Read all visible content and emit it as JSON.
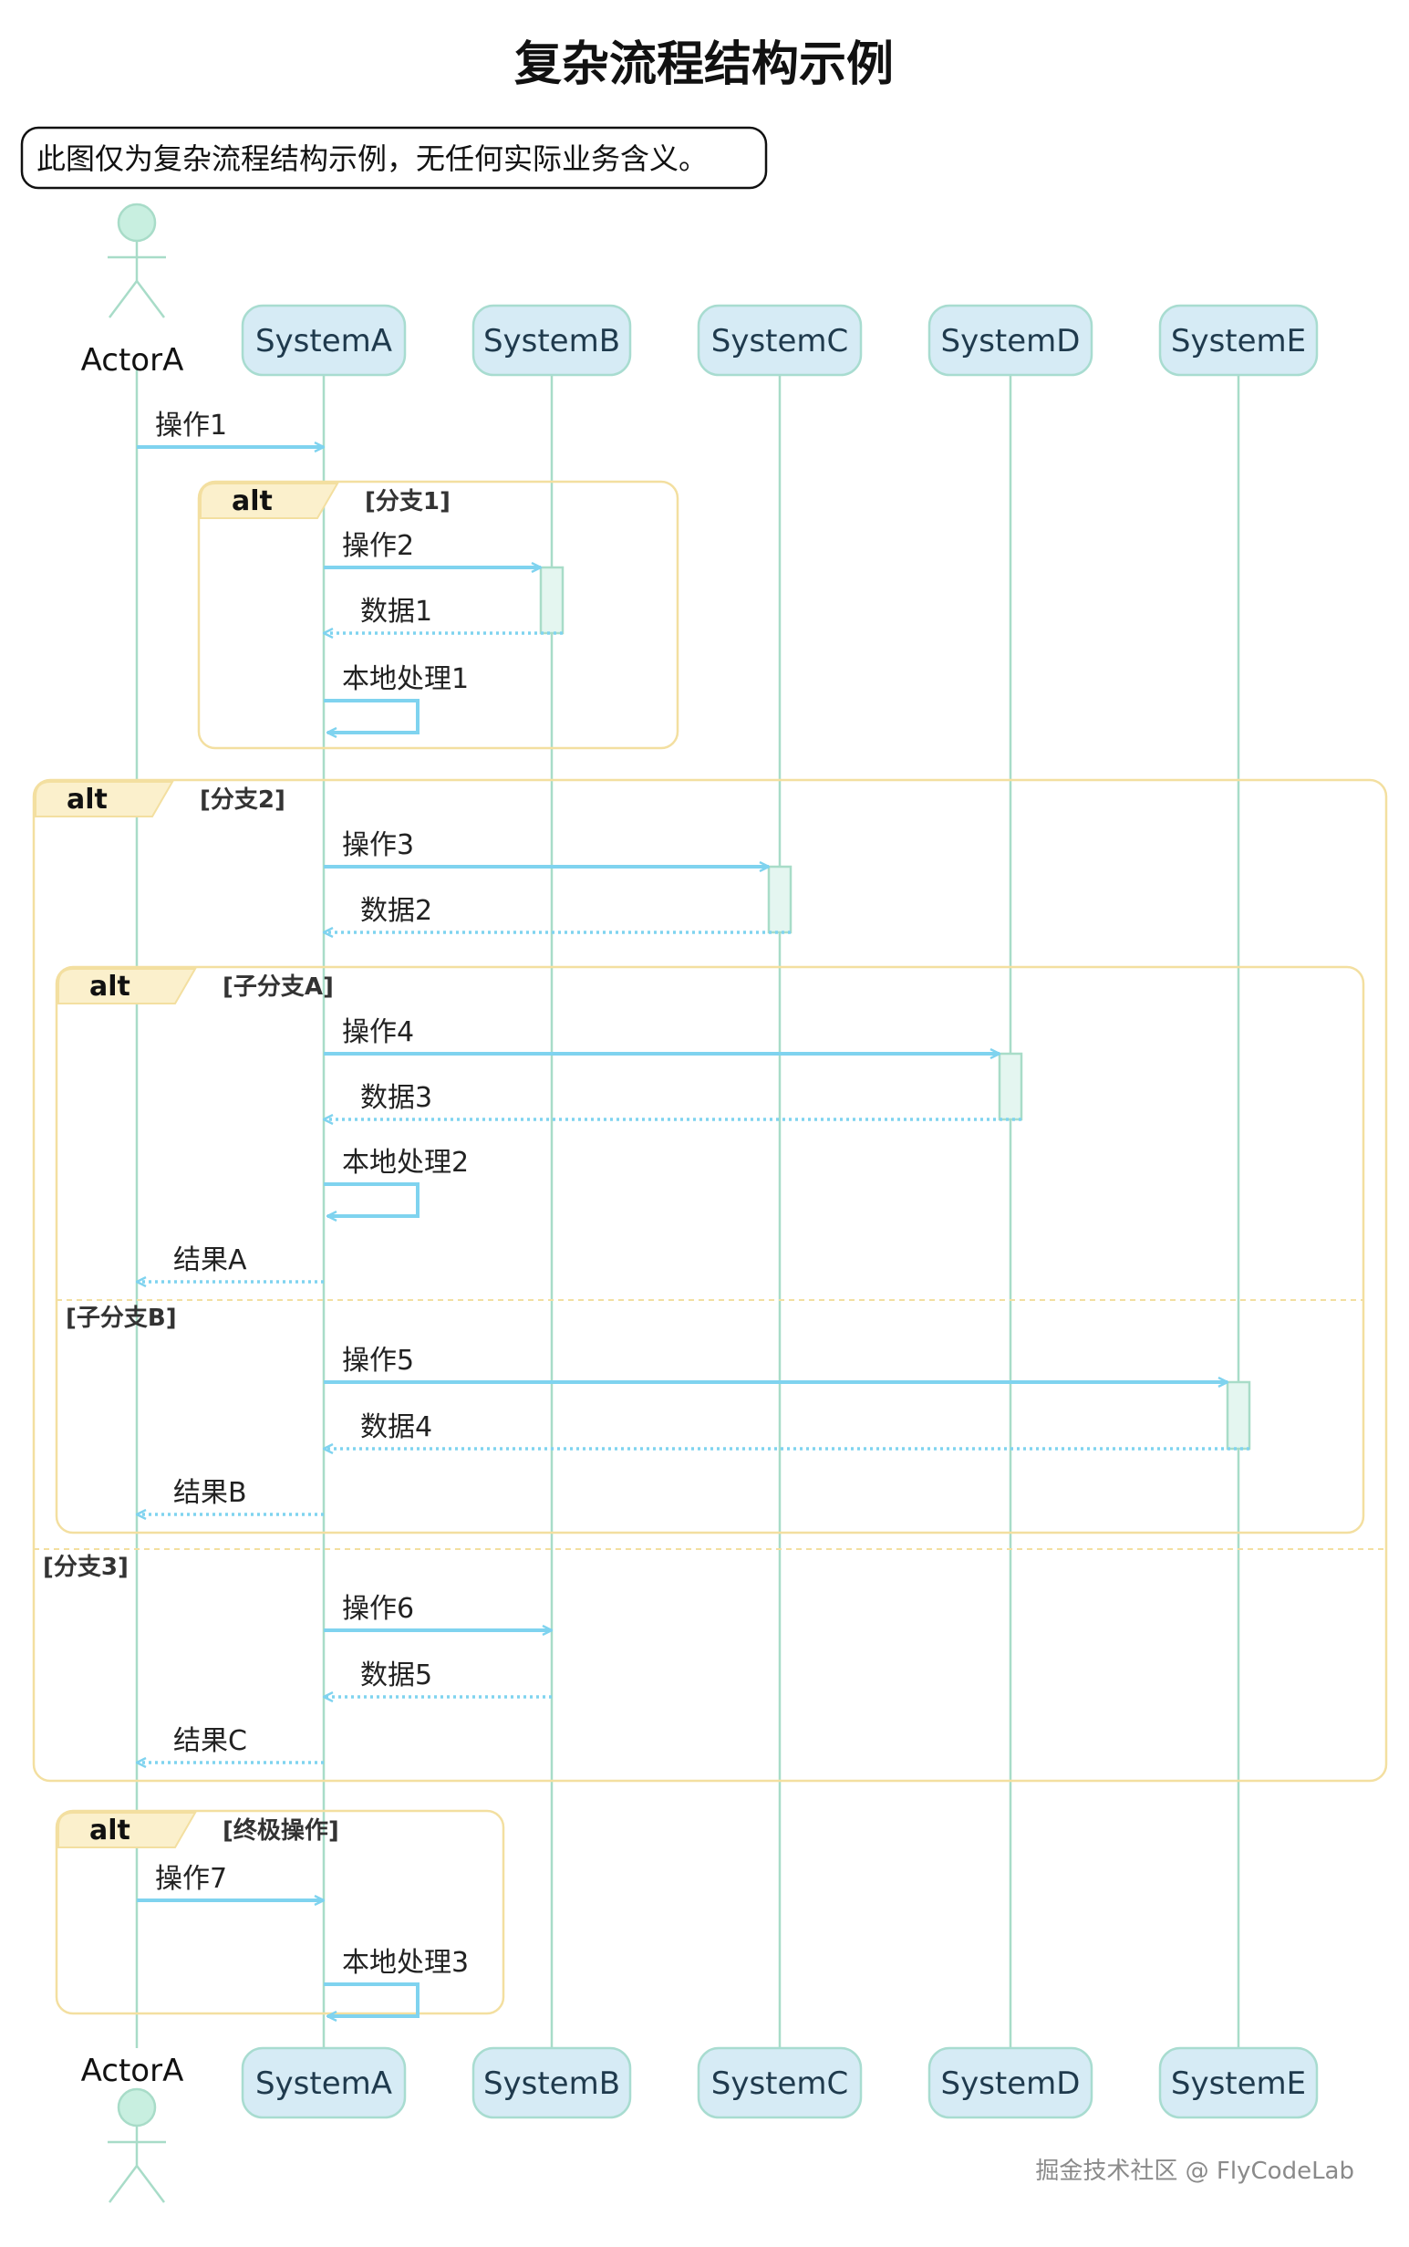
{
  "title": "复杂流程结构示例",
  "note": "此图仅为复杂流程结构示例，无任何实际业务含义。",
  "participants": [
    {
      "id": "ActorA",
      "label": "ActorA",
      "kind": "actor"
    },
    {
      "id": "SystemA",
      "label": "SystemA",
      "kind": "box"
    },
    {
      "id": "SystemB",
      "label": "SystemB",
      "kind": "box"
    },
    {
      "id": "SystemC",
      "label": "SystemC",
      "kind": "box"
    },
    {
      "id": "SystemD",
      "label": "SystemD",
      "kind": "box"
    },
    {
      "id": "SystemE",
      "label": "SystemE",
      "kind": "box"
    }
  ],
  "messages": [
    {
      "from": "ActorA",
      "to": "SystemA",
      "label": "操作1",
      "style": "solid"
    },
    {
      "from": "SystemA",
      "to": "SystemB",
      "label": "操作2",
      "style": "solid"
    },
    {
      "from": "SystemB",
      "to": "SystemA",
      "label": "数据1",
      "style": "dotted"
    },
    {
      "from": "SystemA",
      "to": "SystemA",
      "label": "本地处理1",
      "style": "self"
    },
    {
      "from": "SystemA",
      "to": "SystemC",
      "label": "操作3",
      "style": "solid"
    },
    {
      "from": "SystemC",
      "to": "SystemA",
      "label": "数据2",
      "style": "dotted"
    },
    {
      "from": "SystemA",
      "to": "SystemD",
      "label": "操作4",
      "style": "solid"
    },
    {
      "from": "SystemD",
      "to": "SystemA",
      "label": "数据3",
      "style": "dotted"
    },
    {
      "from": "SystemA",
      "to": "SystemA",
      "label": "本地处理2",
      "style": "self"
    },
    {
      "from": "SystemA",
      "to": "ActorA",
      "label": "结果A",
      "style": "dotted"
    },
    {
      "from": "SystemA",
      "to": "SystemE",
      "label": "操作5",
      "style": "solid"
    },
    {
      "from": "SystemE",
      "to": "SystemA",
      "label": "数据4",
      "style": "dotted"
    },
    {
      "from": "SystemA",
      "to": "ActorA",
      "label": "结果B",
      "style": "dotted"
    },
    {
      "from": "SystemA",
      "to": "SystemB",
      "label": "操作6",
      "style": "solid"
    },
    {
      "from": "SystemB",
      "to": "SystemA",
      "label": "数据5",
      "style": "dotted"
    },
    {
      "from": "SystemA",
      "to": "ActorA",
      "label": "结果C",
      "style": "dotted"
    },
    {
      "from": "ActorA",
      "to": "SystemA",
      "label": "操作7",
      "style": "solid"
    },
    {
      "from": "SystemA",
      "to": "SystemA",
      "label": "本地处理3",
      "style": "self"
    }
  ],
  "fragments": [
    {
      "operator": "alt",
      "conditions": [
        "[分支1]"
      ]
    },
    {
      "operator": "alt",
      "conditions": [
        "[分支2]",
        "[分支3]"
      ]
    },
    {
      "operator": "alt",
      "conditions": [
        "[子分支A]",
        "[子分支B]"
      ]
    },
    {
      "operator": "alt",
      "conditions": [
        "[终极操作]"
      ]
    }
  ],
  "watermark": "掘金技术社区 @ FlyCodeLab",
  "colors": {
    "lifeline": "#a8dcc8",
    "message": "#7fd3ef",
    "box_fill": "#d6ebf5",
    "box_stroke": "#a8dcd0",
    "actor_fill": "#c8efe0",
    "activation_fill": "#e4f6f0",
    "fragment_stroke": "#f3dfa0",
    "fragment_tab": "#fbf0cc"
  }
}
